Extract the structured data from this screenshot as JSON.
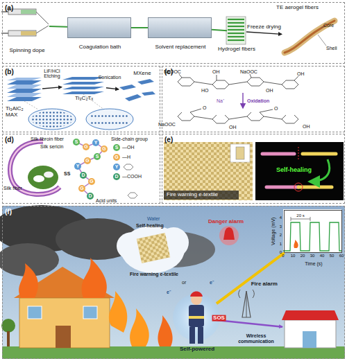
{
  "diagram": {
    "nodes": [
      {
        "text": [
          "(a)"
        ]
      },
      {
        "text": [
          "Spinning dope"
        ],
        "in": 0
      },
      {
        "text": [
          "Coagulation bath"
        ],
        "in": 0
      },
      {
        "text": [
          "Solvent replacement"
        ],
        "in": 0
      },
      {
        "text": [
          "Hydrogel fibers"
        ],
        "in": 0
      },
      {
        "text": [
          "TE aerogel fibers"
        ],
        "in": 0
      },
      {
        "text": [
          "(b)"
        ]
      },
      {
        "text": [
          "Ti₃AlC₂ MAX"
        ],
        "in": 6
      },
      {
        "text": [
          "Ti₃C₂Tₓ"
        ],
        "in": 6
      },
      {
        "text": [
          "MXene"
        ],
        "in": 6
      },
      {
        "text": [
          "(c)"
        ]
      },
      {
        "text": [
          "(d)"
        ]
      },
      {
        "text": [
          "(e)"
        ]
      },
      {
        "text": [
          "(f)"
        ]
      },
      {
        "text": [
          "Voltage (mV)",
          "Time (s)"
        ],
        "in": 13
      },
      {
        "text": [
          "Self-powered"
        ],
        "in": 13
      },
      {
        "text": [
          "Wireless communication"
        ],
        "in": 13
      }
    ],
    "edges": [
      {
        "from": 1,
        "to": 2,
        "arrow": "none"
      },
      {
        "from": 2,
        "to": 3,
        "arrow": "none"
      },
      {
        "from": 3,
        "to": 4,
        "arrow": "none"
      },
      {
        "from": 4,
        "to": 5,
        "label": "Freeze drying",
        "arrow": "to"
      },
      {
        "from": 7,
        "to": 8,
        "label": "LiF/HCl Etching",
        "arrow": "to"
      },
      {
        "from": 8,
        "to": 9,
        "label": "Sonication",
        "arrow": "to"
      },
      {
        "from": 15,
        "to": 14,
        "label": "Fire alarm",
        "arrow": "to"
      },
      {
        "from": 15,
        "to": 16,
        "label": "SOS",
        "arrow": "to"
      }
    ],
    "labels": [
      "Core",
      "Shell",
      "NaOOC",
      "HO",
      "OH",
      "NaOOC",
      "OH",
      "OH",
      "Oxidation",
      "Na⁺",
      "NaOOC",
      "O",
      "OH",
      "O",
      "OH",
      "Silk fibroin fiber",
      "Silk sericin",
      "Silk fiber",
      "SS",
      "Side-chain group",
      "Acid units",
      "S",
      "G",
      "Y",
      "G",
      "S",
      "G",
      "Y",
      "D",
      "G",
      "G",
      "D",
      "S",
      "G",
      "Y",
      "D",
      "—OH",
      "—H",
      "—COOH",
      "Fire warning e-textile",
      "Self-healing",
      "Water",
      "Self-healing",
      "Fire warning e-textile",
      "Danger alarm",
      "e⁻",
      "or",
      "e⁻",
      "20 s",
      "0",
      "10",
      "20",
      "30",
      "40",
      "50",
      "60",
      "0",
      "1",
      "2",
      "3",
      "4"
    ]
  }
}
